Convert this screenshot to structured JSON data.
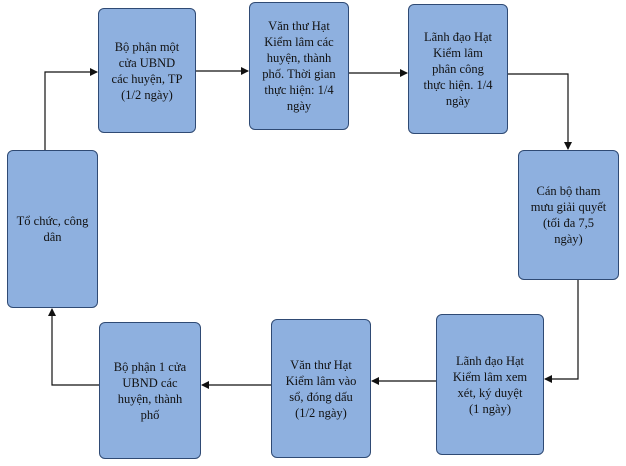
{
  "diagram": {
    "node_color": "#8eb0df",
    "border_color": "#2f4a74",
    "arrow_color": "#111111",
    "nodes": [
      {
        "id": "n1",
        "text": "Bộ phận một\ncửa UBND\ncác huyện, TP\n(1/2 ngày)"
      },
      {
        "id": "n2",
        "text": "Văn thư Hạt\nKiểm lâm các\nhuyện, thành\nphố. Thời gian\nthực hiện: 1/4\nngày"
      },
      {
        "id": "n3",
        "text": "Lãnh đạo Hạt\nKiểm lâm\nphân công\nthực hiện. 1/4\nngày"
      },
      {
        "id": "n4",
        "text": "Cán bộ tham\nmưu giải quyết\n(tối đa 7,5\nngày)"
      },
      {
        "id": "n5",
        "text": "Lãnh đạo Hạt\nKiểm lâm xem\nxét, ký duyệt\n(1 ngày)"
      },
      {
        "id": "n6",
        "text": "Văn thư Hạt\nKiểm lâm vào\nsổ, đóng dấu\n(1/2 ngày)"
      },
      {
        "id": "n7",
        "text": "Bộ phận 1 cửa\nUBND các\nhuyện, thành\nphố"
      },
      {
        "id": "n8",
        "text": "Tổ chức, công\ndân"
      }
    ]
  }
}
